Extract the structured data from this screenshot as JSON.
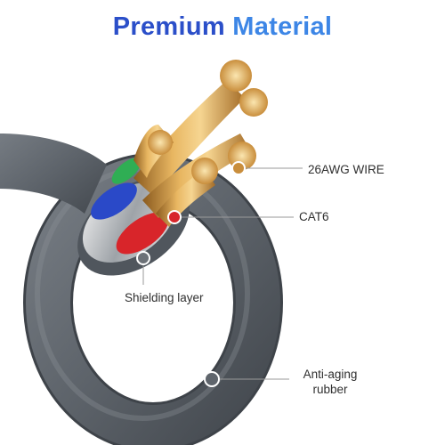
{
  "header": {
    "title_word1": "Premium",
    "title_word2": "Material"
  },
  "callouts": {
    "wire": "26AWG WIRE",
    "cat6": "CAT6",
    "shielding": "Shielding layer",
    "rubber_line1": "Anti-aging",
    "rubber_line2": "rubber"
  },
  "colors": {
    "title_primary": "#2b4fc9",
    "title_secondary": "#3d86e6",
    "cable_jacket": "#5f656c",
    "copper": "#d9a24e",
    "wire_red": "#d8252a",
    "wire_blue": "#2a49c8",
    "wire_green": "#2fae54"
  }
}
